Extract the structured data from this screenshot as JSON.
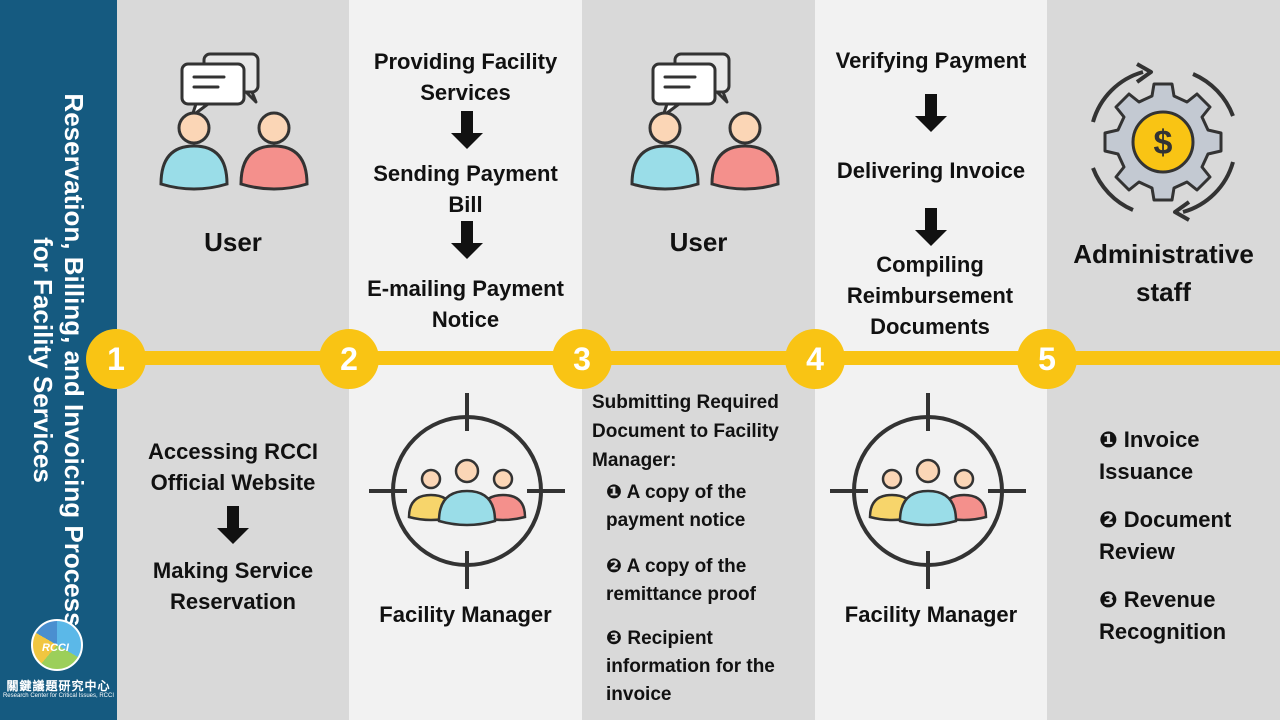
{
  "title": "Reservation, Billing, and Invoicing Process for Facility Services",
  "logo": {
    "mark": "RCCI",
    "name_cn": "關鍵議題研究中心",
    "name_en": "Research Center for Critical Issues, RCCI"
  },
  "steps": [
    {
      "number": "1",
      "top_role": "User",
      "top_icon": "users-chat-icon",
      "bottom_items": [
        "Accessing RCCI Official Website",
        "Making Service Reservation"
      ]
    },
    {
      "number": "2",
      "top_items": [
        "Providing Facility Services",
        "Sending Payment Bill",
        "E-mailing Payment Notice"
      ],
      "bottom_role": "Facility Manager",
      "bottom_icon": "target-group-icon"
    },
    {
      "number": "3",
      "top_role": "User",
      "top_icon": "users-chat-icon",
      "bottom_heading": "Submitting Required Document to Facility Manager:",
      "bottom_list": [
        "❶ A copy of the payment notice",
        "❷ A copy of the remittance proof",
        "❸ Recipient information for the invoice"
      ]
    },
    {
      "number": "4",
      "top_items": [
        "Verifying Payment",
        "Delivering Invoice",
        "Compiling Reimbursement Documents"
      ],
      "bottom_role": "Facility Manager",
      "bottom_icon": "target-group-icon"
    },
    {
      "number": "5",
      "top_role": "Administrative staff",
      "top_icon": "gear-dollar-icon",
      "bottom_list": [
        "❶ Invoice Issuance",
        "❷ Document Review",
        "❸ Revenue Recognition"
      ]
    }
  ],
  "colors": {
    "sidebar": "#155a80",
    "timeline": "#f9c414",
    "col_dark": "#d9d9d9",
    "col_light": "#f2f2f2"
  }
}
